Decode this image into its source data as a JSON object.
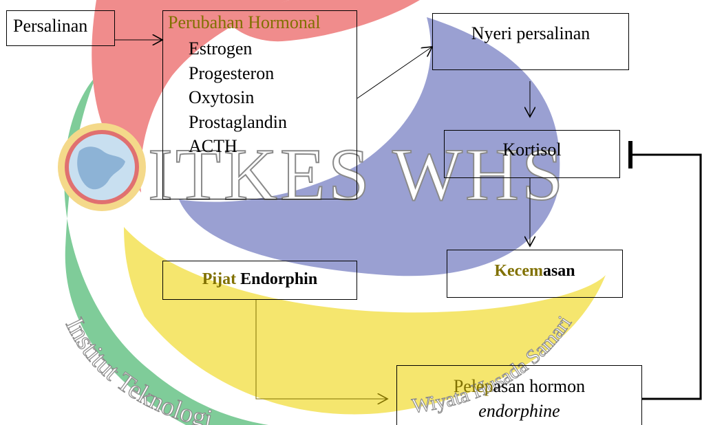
{
  "watermark": {
    "title": "ITKES WHS",
    "arc_text_left": "Institut Teknologi",
    "arc_text_right": "Wiyata Husada Samarinda",
    "colors": {
      "red": "#f08c8c",
      "blue": "#9aa0d2",
      "green": "#7fcc99",
      "yellow": "#f5e66e",
      "globe_ring": "#f4d98a"
    }
  },
  "diagram": {
    "persalinan": "Persalinan",
    "perubahan": {
      "title": "Perubahan Hormonal",
      "items": [
        "Estrogen",
        "Progesteron",
        "Oxytosin",
        "Prostaglandin",
        "ACTH"
      ]
    },
    "nyeri": "Nyeri persalinan",
    "kortisol": "Kortisol",
    "kecemasan": {
      "part1": "Kecem",
      "part2": "asan"
    },
    "pijat": {
      "part1": "Pijat",
      "part2": "Endorphin"
    },
    "pelepasan": {
      "part1": "Pelep",
      "part2": "asan hormon",
      "line2": "endorphine"
    },
    "colors": {
      "olive": "#807000",
      "black": "#000000"
    }
  }
}
